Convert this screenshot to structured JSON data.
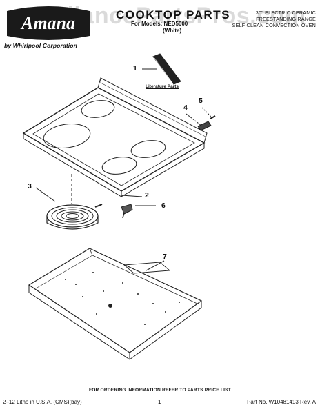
{
  "brand": {
    "name": "Amana",
    "subbrand": "by Whirlpool Corporation"
  },
  "watermark": "AppliancePartsPros.com",
  "header": {
    "title": "COOKTOP PARTS",
    "model": "For Models: NED5000",
    "color": "(White)",
    "desc_line1": "30\" ELECTRIC CERAMIC",
    "desc_line2": "FREESTANDING RANGE",
    "desc_line3": "SELF CLEAN CONVECTION OVEN"
  },
  "callouts": {
    "c1": "1",
    "c2": "2",
    "c3": "3",
    "c4": "4",
    "c5": "5",
    "c6": "6",
    "c7": "7"
  },
  "literature_label": "Literature Parts",
  "order_note": "FOR ORDERING INFORMATION REFER TO PARTS PRICE LIST",
  "footer": {
    "left": "2–12 Litho in U.S.A. (CMS)(bay)",
    "page": "1",
    "right": "Part No. W10481413 Rev. A"
  },
  "colors": {
    "ink": "#111111",
    "watermark": "#969696"
  }
}
